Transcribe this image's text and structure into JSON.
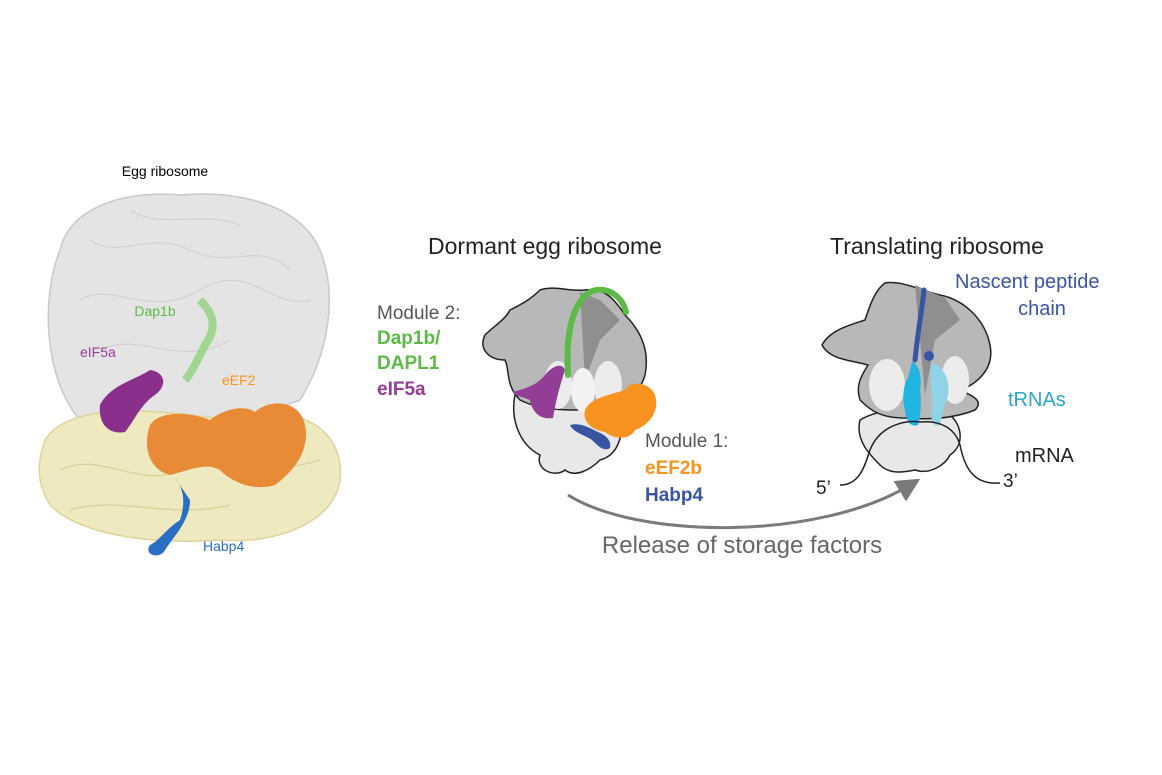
{
  "structure_panel": {
    "title": "Egg ribosome",
    "labels": {
      "dap1b": "Dap1b",
      "eif5a": "eIF5a",
      "eef2": "eEF2",
      "habp4": "Habp4"
    }
  },
  "dormant": {
    "title": "Dormant egg ribosome",
    "module2": {
      "heading": "Module 2:",
      "line1": "Dap1b/",
      "line2": "DAPL1",
      "line3": "eIF5a"
    },
    "module1": {
      "heading": "Module 1:",
      "line1": "eEF2b",
      "line2": "Habp4"
    }
  },
  "transition": {
    "label": "Release of storage factors"
  },
  "translating": {
    "title": "Translating ribosome",
    "nascent_line1": "Nascent peptide",
    "nascent_line2": "chain",
    "trnas": "tRNAs",
    "mrna": "mRNA",
    "five_prime": "5’",
    "three_prime": "3’"
  },
  "colors": {
    "green": "#5cba47",
    "purple": "#933d96",
    "orange": "#f7931e",
    "blue": "#3a54a4",
    "cyan": "#1fb5e0",
    "lightcyan": "#8fd3e6",
    "gray_text": "#555555"
  }
}
